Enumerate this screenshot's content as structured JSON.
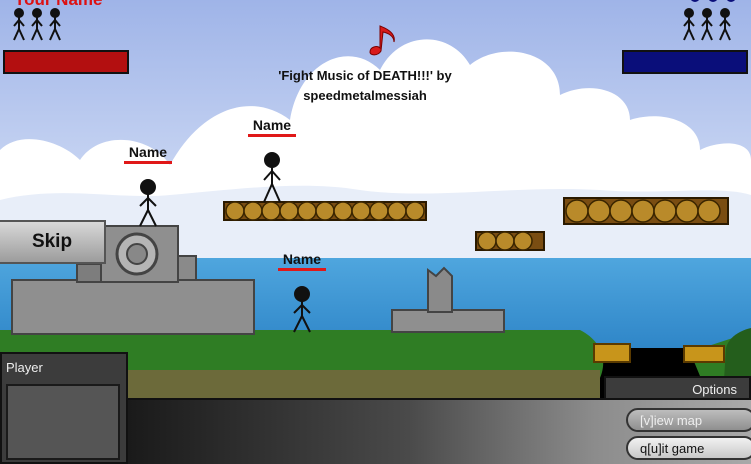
{
  "hud": {
    "top_left_clipped_title": "Your Name",
    "left_lives": 3,
    "right_lives": 3,
    "left_health_fraction": 1.0,
    "right_health_fraction": 1.0,
    "left_color": "#b30f10",
    "right_color": "#0a0e7a"
  },
  "music": {
    "icon": "music-note-icon",
    "line1": "'Fight Music of DEATH!!!' by",
    "line2": "speedmetalmessiah"
  },
  "fighters": [
    {
      "label": "Name"
    },
    {
      "label": "Name"
    },
    {
      "label": "Name"
    }
  ],
  "controls": {
    "skip_label": "Skip",
    "player_tab_label": "Player",
    "options_tab_label": "Options",
    "view_map_label": "[v]iew map",
    "quit_label": "q[u]it game"
  }
}
